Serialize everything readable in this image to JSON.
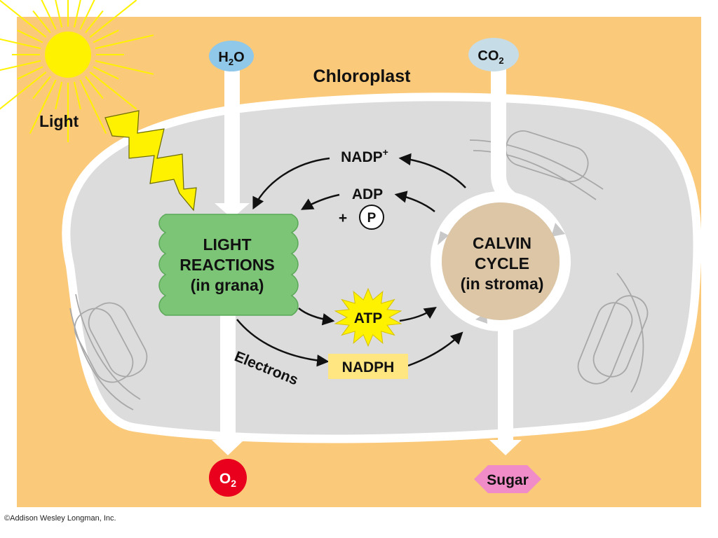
{
  "diagram": {
    "title": "Chloroplast",
    "light_label": "Light",
    "inputs": {
      "water": {
        "base": "H",
        "sub": "2",
        "tail": "O"
      },
      "co2": {
        "base": "CO",
        "sub": "2"
      }
    },
    "outputs": {
      "oxygen": {
        "base": "O",
        "sub": "2"
      },
      "sugar": "Sugar"
    },
    "light_reactions": {
      "line1": "LIGHT",
      "line2": "REACTIONS",
      "line3": "(in grana)"
    },
    "calvin_cycle": {
      "line1": "CALVIN",
      "line2": "CYCLE",
      "line3": "(in stroma)"
    },
    "nadp": {
      "base": "NADP",
      "sup": "+"
    },
    "adp": "ADP",
    "plus": "+",
    "phosphate": "P",
    "atp": "ATP",
    "nadph": "NADPH",
    "electrons": "Electrons",
    "colors": {
      "background": "#fbc97a",
      "chloroplast": "#dcdcdc",
      "membrane": "#ffffff",
      "light_reactions": "#7cc576",
      "calvin": "#dcc6a6",
      "sun": "#fff200",
      "atp_burst": "#fff200",
      "nadph_box": "#ffe680",
      "water_bubble": "#8fc8e8",
      "co2_bubble": "#c6dce6",
      "oxygen": "#e8001c",
      "sugar": "#f08cc8"
    }
  },
  "credit": "©Addison Wesley Longman, Inc."
}
